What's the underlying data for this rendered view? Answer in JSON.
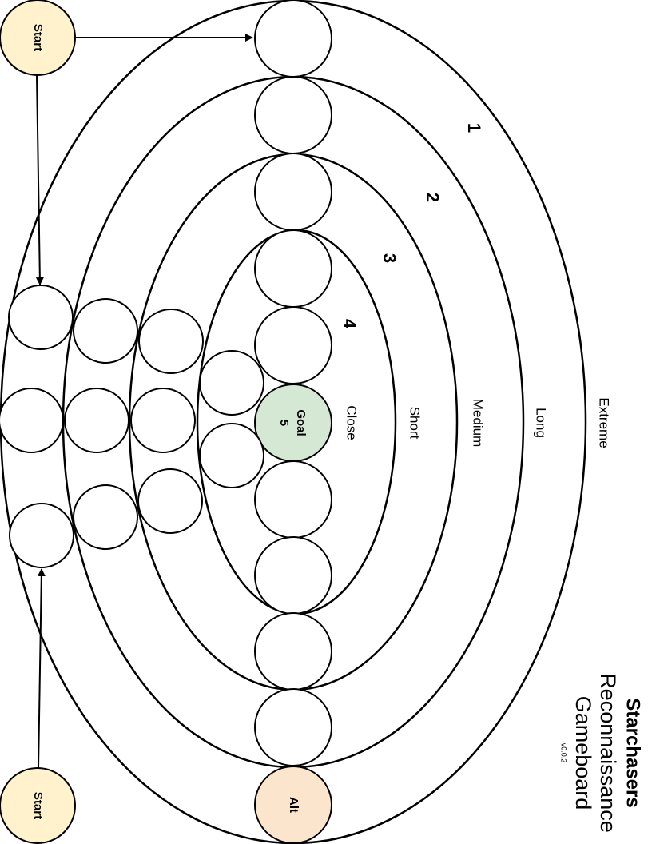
{
  "board": {
    "title": "Starchasers",
    "subtitle_1": "Reconnaissance",
    "subtitle_2": "Gameboard",
    "version": "v0.0.2"
  },
  "zones": {
    "extreme": "Extreme",
    "long": "Long",
    "medium": "Medium",
    "short": "Short",
    "close": "Close"
  },
  "ring_numbers": {
    "r1": "1",
    "r2": "2",
    "r3": "3",
    "r4": "4"
  },
  "nodes": {
    "start_top": "Start",
    "start_bottom": "Start",
    "goal_label": "Goal",
    "goal_value": "5",
    "alt": "Alt"
  },
  "colors": {
    "start_fill": "#fff2cc",
    "goal_fill": "#d5e8d4",
    "alt_fill": "#fce5cd",
    "stroke": "#000000"
  }
}
